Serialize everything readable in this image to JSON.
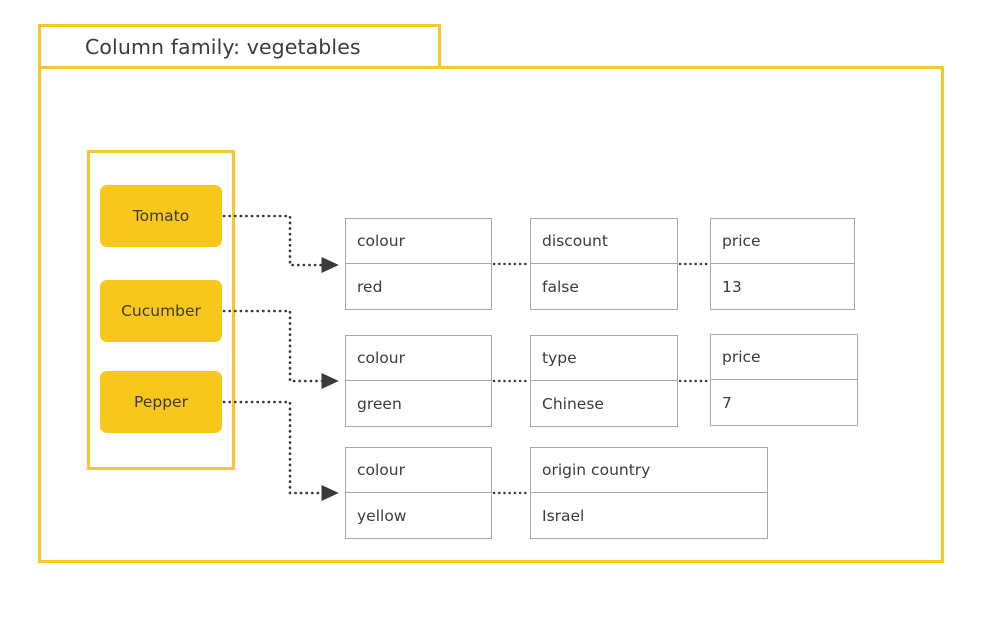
{
  "diagram": {
    "title": "Column family: vegetables",
    "colors": {
      "frame": "#F8C828",
      "pill_fill": "#F7C71C",
      "cell_border": "#a8a8a8",
      "text": "#3c3c3c",
      "connector": "#3a3a3a",
      "background": "#ffffff"
    }
  },
  "row_keys": [
    {
      "label": "Tomato"
    },
    {
      "label": "Cucumber"
    },
    {
      "label": "Pepper"
    }
  ],
  "rows": [
    {
      "row_key": "Tomato",
      "cells": [
        {
          "key": "colour",
          "value": "red"
        },
        {
          "key": "discount",
          "value": "false"
        },
        {
          "key": "price",
          "value": "13"
        }
      ]
    },
    {
      "row_key": "Cucumber",
      "cells": [
        {
          "key": "colour",
          "value": "green"
        },
        {
          "key": "type",
          "value": "Chinese"
        },
        {
          "key": "price",
          "value": "7"
        }
      ]
    },
    {
      "row_key": "Pepper",
      "cells": [
        {
          "key": "colour",
          "value": "yellow"
        },
        {
          "key": "origin country",
          "value": "Israel"
        }
      ]
    }
  ]
}
